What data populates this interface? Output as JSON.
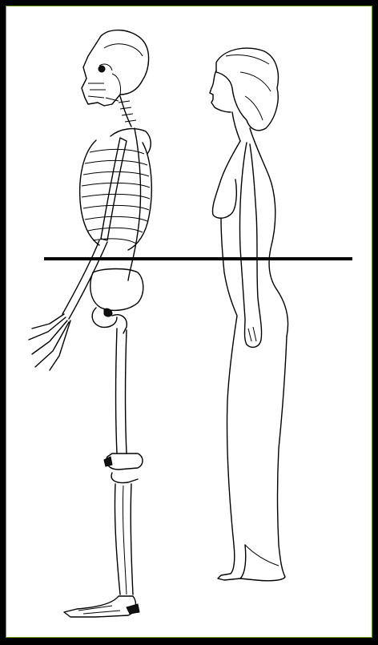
{
  "colors": {
    "background": "#000000",
    "panel": "#ffffff",
    "panel_border": "#6a9a1a",
    "ink": "#000000"
  },
  "figures": [
    {
      "name": "skeleton",
      "view": "lateral"
    },
    {
      "name": "female-body-outline",
      "view": "lateral"
    }
  ],
  "reference_line": {
    "kind": "horizontal",
    "description_icon": "plane-line"
  }
}
